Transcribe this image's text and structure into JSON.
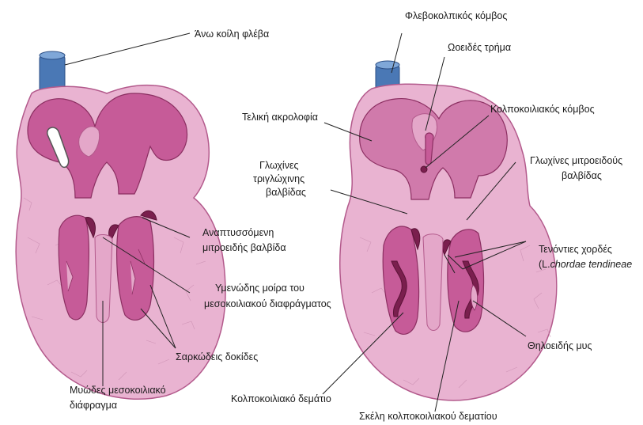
{
  "labels": {
    "superior_vena_cava": "Άνω κοίλη φλέβα",
    "sinoatrial_node": "Φλεβοκολπικός κόμβος",
    "foramen_ovale": "Ωοειδές τρήμα",
    "atrioventricular_node": "Κολποκοιλιακός κόμβος",
    "crista_terminalis": "Τελική ακρολοφία",
    "tricuspid_cusps_l1": "Γλωχίνες",
    "tricuspid_cusps_l2": "τριγλώχινης",
    "tricuspid_cusps_l3": "βαλβίδας",
    "mitral_cusps_l1": "Γλωχίνες μιτροειδούς",
    "mitral_cusps_l2": "βαλβίδας",
    "developing_mitral_l1": "Αναπτυσσόμενη",
    "developing_mitral_l2": "μιτροειδής βαλβίδα",
    "chordae_l1": "Τενόντιες χορδές",
    "chordae_l2_prefix": "(L.",
    "chordae_l2_latin": "chordae tendineae",
    "membranous_septum_l1": "Υμενώδης μοίρα του",
    "membranous_septum_l2": "μεσοκοιλιακού διαφράγματος",
    "papillary_muscle": "Θηλοειδής μυς",
    "trabeculae_carneae": "Σαρκώδεις δοκίδες",
    "muscular_septum_l1": "Μυώδες μεσοκοιλιακό",
    "muscular_septum_l2": "διάφραγμα",
    "av_bundle": "Κολποκοιλιακό δεμάτιο",
    "av_bundle_branches": "Σκέλη κολποκοιλιακού δεματίου"
  },
  "colors": {
    "tissue": "#e9b3d1",
    "cavity": "#c65b98",
    "vessel": "#4a78b5"
  }
}
